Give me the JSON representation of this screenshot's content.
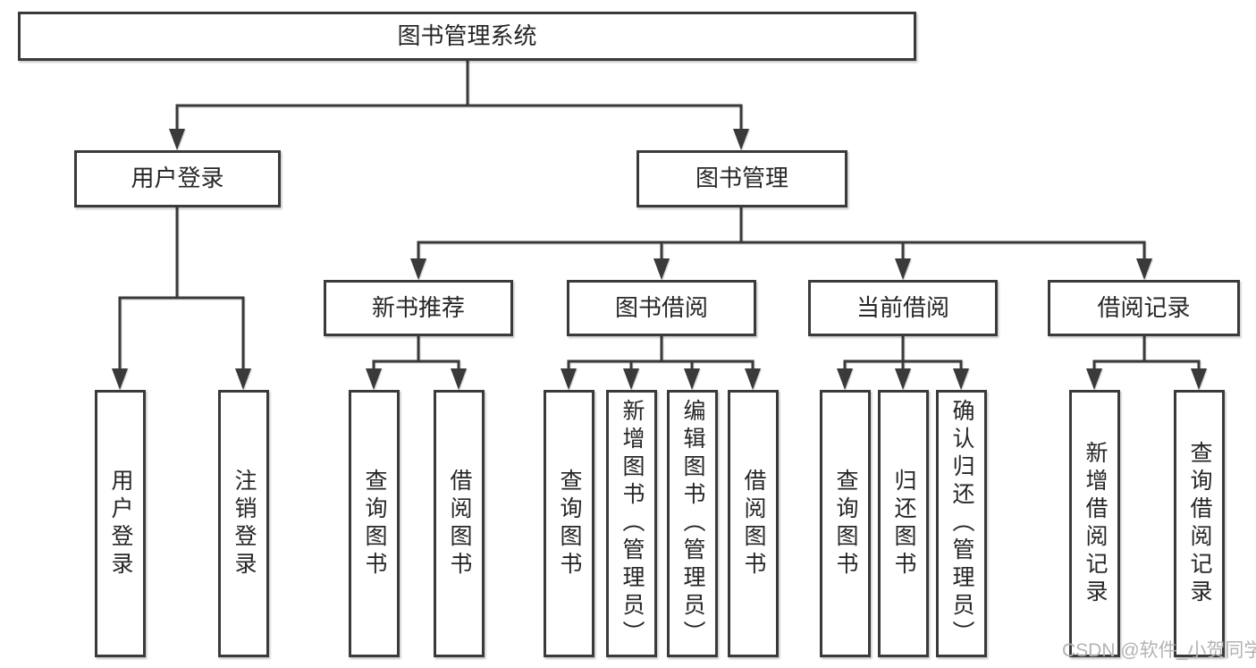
{
  "diagram": {
    "root": {
      "label": "图书管理系统"
    },
    "branches": [
      {
        "label": "用户登录",
        "children": [
          {
            "label": "用户登录"
          },
          {
            "label": "注销登录"
          }
        ]
      },
      {
        "label": "图书管理",
        "sections": [
          {
            "label": "新书推荐",
            "children": [
              {
                "label": "查询图书"
              },
              {
                "label": "借阅图书"
              }
            ]
          },
          {
            "label": "图书借阅",
            "children": [
              {
                "label": "查询图书"
              },
              {
                "label": "新增图书（管理员）"
              },
              {
                "label": "编辑图书（管理员）"
              },
              {
                "label": "借阅图书"
              }
            ]
          },
          {
            "label": "当前借阅",
            "children": [
              {
                "label": "查询图书"
              },
              {
                "label": "归还图书"
              },
              {
                "label": "确认归还（管理员）"
              }
            ]
          },
          {
            "label": "借阅记录",
            "children": [
              {
                "label": "新增借阅记录"
              },
              {
                "label": "查询借阅记录"
              }
            ]
          }
        ]
      }
    ]
  },
  "watermark": {
    "text": "CSDN @软件_小贺同学"
  },
  "colors": {
    "line": "#3a3a3a",
    "box_border": "#3a3a3a",
    "text": "#262626",
    "watermark": "#b3b3b3",
    "background": "#ffffff"
  }
}
